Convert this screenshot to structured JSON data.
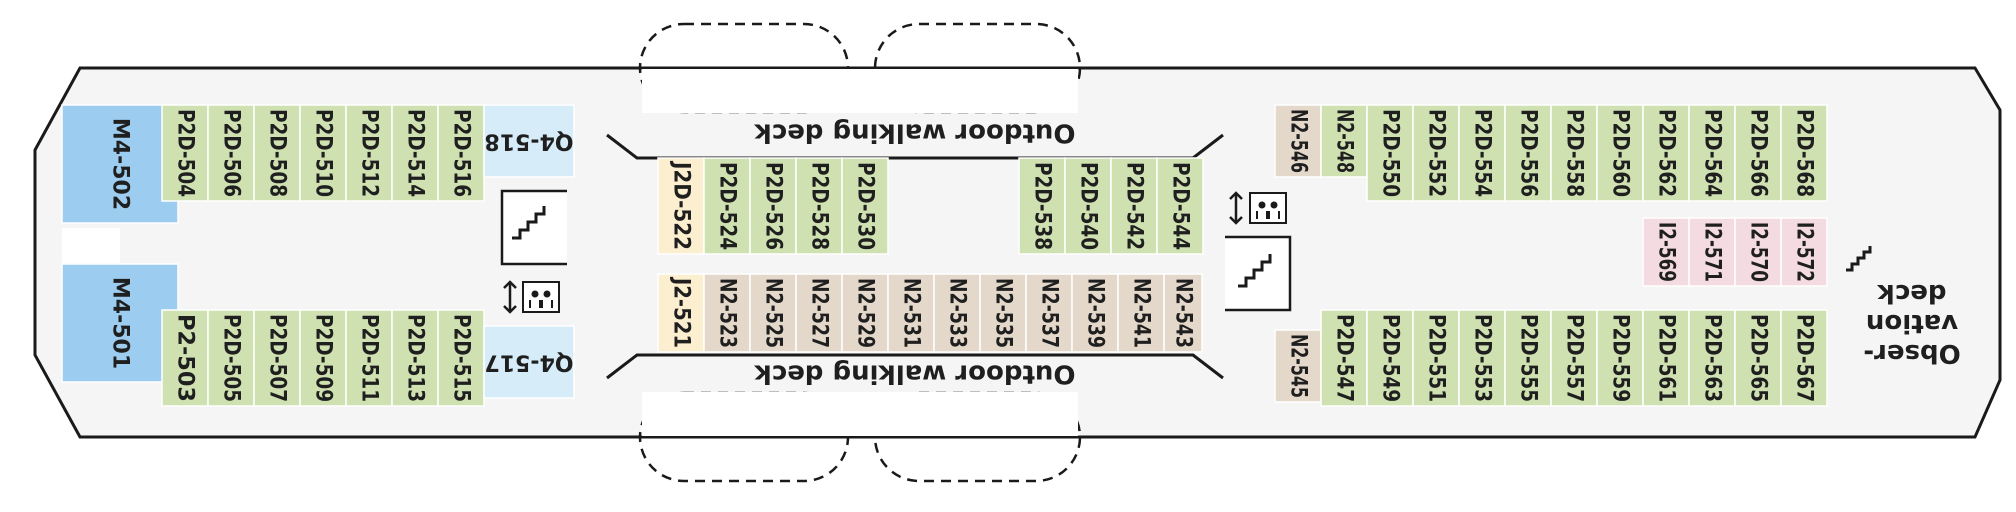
{
  "labels": {
    "walk_top": "Outdoor walking deck",
    "walk_bottom": "Outdoor walking deck",
    "obs_line1": "Obser-",
    "obs_line2": "vation",
    "obs_line3": "deck"
  },
  "colors": {
    "P2D": "#cfe0b1",
    "N2": "#e4d8cb",
    "Q4": "#d7ecf9",
    "M4": "#9ccdf1",
    "J": "#fcefcf",
    "I2": "#f4dbe2",
    "hull": "#f5f5f5",
    "hull_stroke": "#1a1a1a"
  },
  "icons": [
    "stairs-icon",
    "elevator-icon",
    "arrow-updown-icon"
  ],
  "cabins": [
    {
      "label": "M4-502",
      "cat": "M4"
    },
    {
      "label": "M4-501",
      "cat": "M4"
    },
    {
      "label": "P2D-504",
      "cat": "P2D"
    },
    {
      "label": "P2D-506",
      "cat": "P2D"
    },
    {
      "label": "P2D-508",
      "cat": "P2D"
    },
    {
      "label": "P2D-510",
      "cat": "P2D"
    },
    {
      "label": "P2D-512",
      "cat": "P2D"
    },
    {
      "label": "P2D-514",
      "cat": "P2D"
    },
    {
      "label": "P2D-516",
      "cat": "P2D"
    },
    {
      "label": "Q4-518",
      "cat": "Q4"
    },
    {
      "label": "P2-503",
      "cat": "P2D"
    },
    {
      "label": "P2D-505",
      "cat": "P2D"
    },
    {
      "label": "P2D-507",
      "cat": "P2D"
    },
    {
      "label": "P2D-509",
      "cat": "P2D"
    },
    {
      "label": "P2D-511",
      "cat": "P2D"
    },
    {
      "label": "P2D-513",
      "cat": "P2D"
    },
    {
      "label": "P2D-515",
      "cat": "P2D"
    },
    {
      "label": "Q4-517",
      "cat": "Q4"
    },
    {
      "label": "J2D-522",
      "cat": "J"
    },
    {
      "label": "P2D-524",
      "cat": "P2D"
    },
    {
      "label": "P2D-526",
      "cat": "P2D"
    },
    {
      "label": "P2D-528",
      "cat": "P2D"
    },
    {
      "label": "P2D-530",
      "cat": "P2D"
    },
    {
      "label": "P2D-538",
      "cat": "P2D"
    },
    {
      "label": "P2D-540",
      "cat": "P2D"
    },
    {
      "label": "P2D-542",
      "cat": "P2D"
    },
    {
      "label": "P2D-544",
      "cat": "P2D"
    },
    {
      "label": "J2-521",
      "cat": "J"
    },
    {
      "label": "N2-523",
      "cat": "N2"
    },
    {
      "label": "N2-525",
      "cat": "N2"
    },
    {
      "label": "N2-527",
      "cat": "N2"
    },
    {
      "label": "N2-529",
      "cat": "N2"
    },
    {
      "label": "N2-531",
      "cat": "N2"
    },
    {
      "label": "N2-533",
      "cat": "N2"
    },
    {
      "label": "N2-535",
      "cat": "N2"
    },
    {
      "label": "N2-537",
      "cat": "N2"
    },
    {
      "label": "N2-539",
      "cat": "N2"
    },
    {
      "label": "N2-541",
      "cat": "N2"
    },
    {
      "label": "N2-543",
      "cat": "N2"
    },
    {
      "label": "N2-546",
      "cat": "N2"
    },
    {
      "label": "N2-548",
      "cat": "P2D"
    },
    {
      "label": "P2D-550",
      "cat": "P2D"
    },
    {
      "label": "P2D-552",
      "cat": "P2D"
    },
    {
      "label": "P2D-554",
      "cat": "P2D"
    },
    {
      "label": "P2D-556",
      "cat": "P2D"
    },
    {
      "label": "P2D-558",
      "cat": "P2D"
    },
    {
      "label": "P2D-560",
      "cat": "P2D"
    },
    {
      "label": "P2D-562",
      "cat": "P2D"
    },
    {
      "label": "P2D-564",
      "cat": "P2D"
    },
    {
      "label": "P2D-566",
      "cat": "P2D"
    },
    {
      "label": "P2D-568",
      "cat": "P2D"
    },
    {
      "label": "I2-569",
      "cat": "I2"
    },
    {
      "label": "I2-571",
      "cat": "I2"
    },
    {
      "label": "I2-570",
      "cat": "I2"
    },
    {
      "label": "I2-572",
      "cat": "I2"
    },
    {
      "label": "N2-545",
      "cat": "N2"
    },
    {
      "label": "P2D-547",
      "cat": "P2D"
    },
    {
      "label": "P2D-549",
      "cat": "P2D"
    },
    {
      "label": "P2D-551",
      "cat": "P2D"
    },
    {
      "label": "P2D-553",
      "cat": "P2D"
    },
    {
      "label": "P2D-555",
      "cat": "P2D"
    },
    {
      "label": "P2D-557",
      "cat": "P2D"
    },
    {
      "label": "P2D-559",
      "cat": "P2D"
    },
    {
      "label": "P2D-561",
      "cat": "P2D"
    },
    {
      "label": "P2D-563",
      "cat": "P2D"
    },
    {
      "label": "P2D-565",
      "cat": "P2D"
    },
    {
      "label": "P2D-567",
      "cat": "P2D"
    }
  ]
}
